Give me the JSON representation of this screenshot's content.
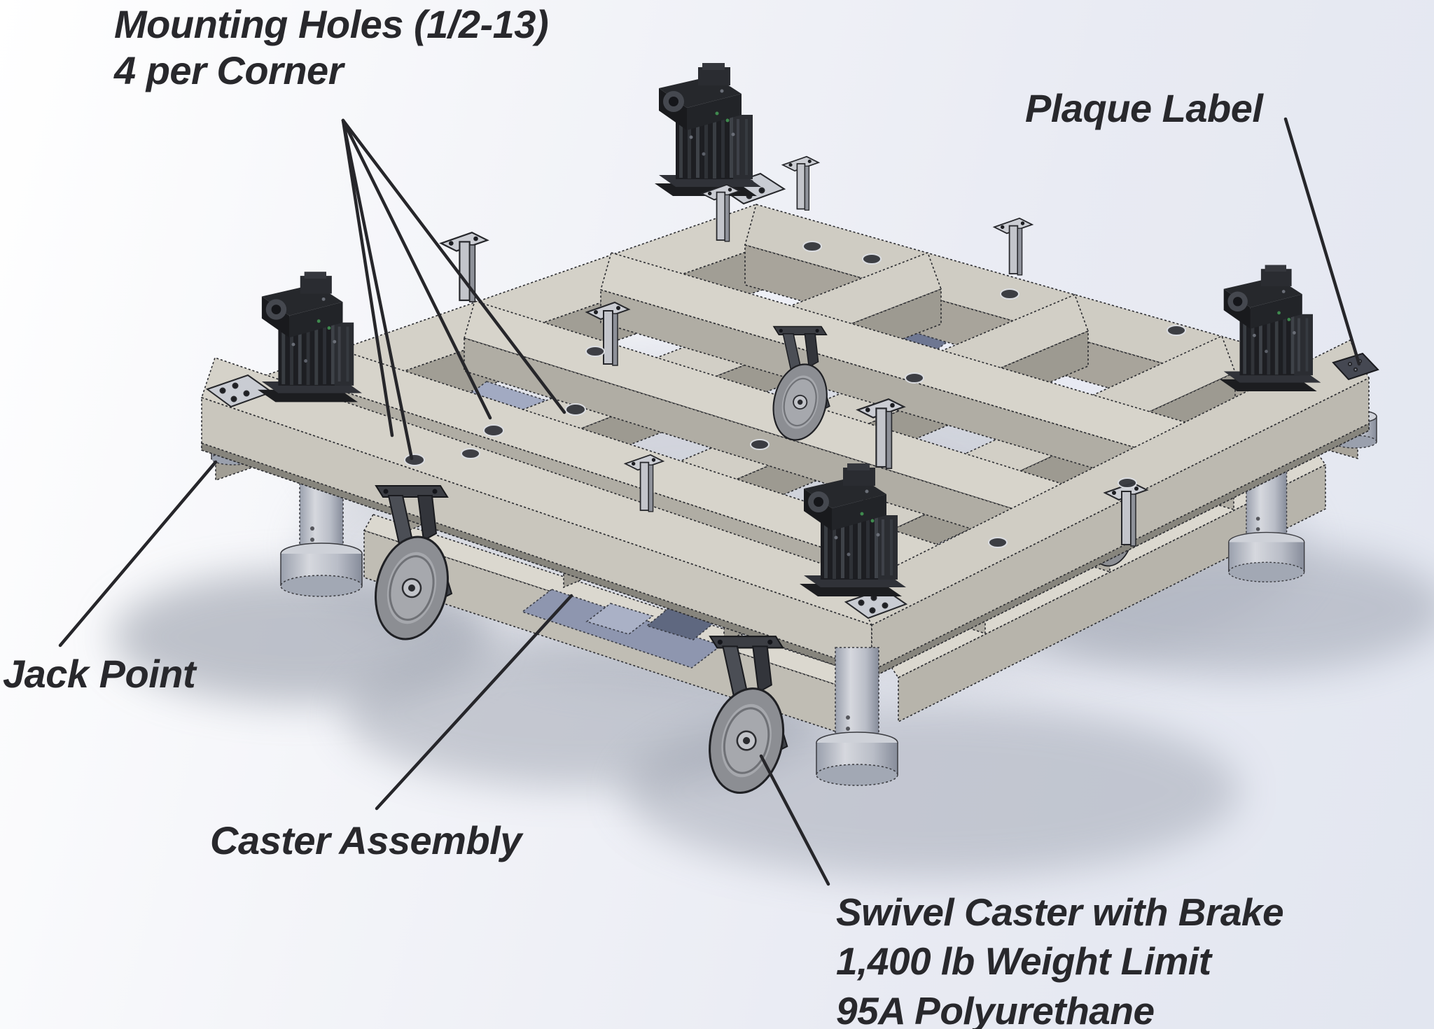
{
  "diagram_title": "Caster dolly frame - annotated assembly diagram",
  "labels": {
    "mounting_holes": {
      "line1": "Mounting Holes (1/2-13)",
      "line2": "4 per Corner"
    },
    "plaque_label": "Plaque Label",
    "jack_point": "Jack Point",
    "caster_assembly": "Caster Assembly",
    "swivel_caster": {
      "line1": "Swivel Caster with Brake",
      "line2": "1,400 lb Weight Limit",
      "line3": "95A Polyurethane"
    }
  },
  "annotation_targets": {
    "mounting_holes_leader_count": 4,
    "plaque_label_target": "corner plaque plate",
    "jack_point_target": "corner jack pad",
    "caster_assembly_target": "blue caster sub-frame",
    "swivel_caster_target": "front caster wheel"
  },
  "colors": {
    "background_light": "#ffffff",
    "background_shade": "#e2e6f0",
    "beam_top": "#d2cfc6",
    "beam_side": "#c4c1b8",
    "beam_shadow": "#a19e95",
    "subframe_blue": "#9aa2bb",
    "subframe_blue_dark": "#6e7792",
    "hardware_dark": "#212226",
    "leg_metal": "#b9bdc7",
    "leader_line": "#26262a",
    "text": "#28282c"
  }
}
